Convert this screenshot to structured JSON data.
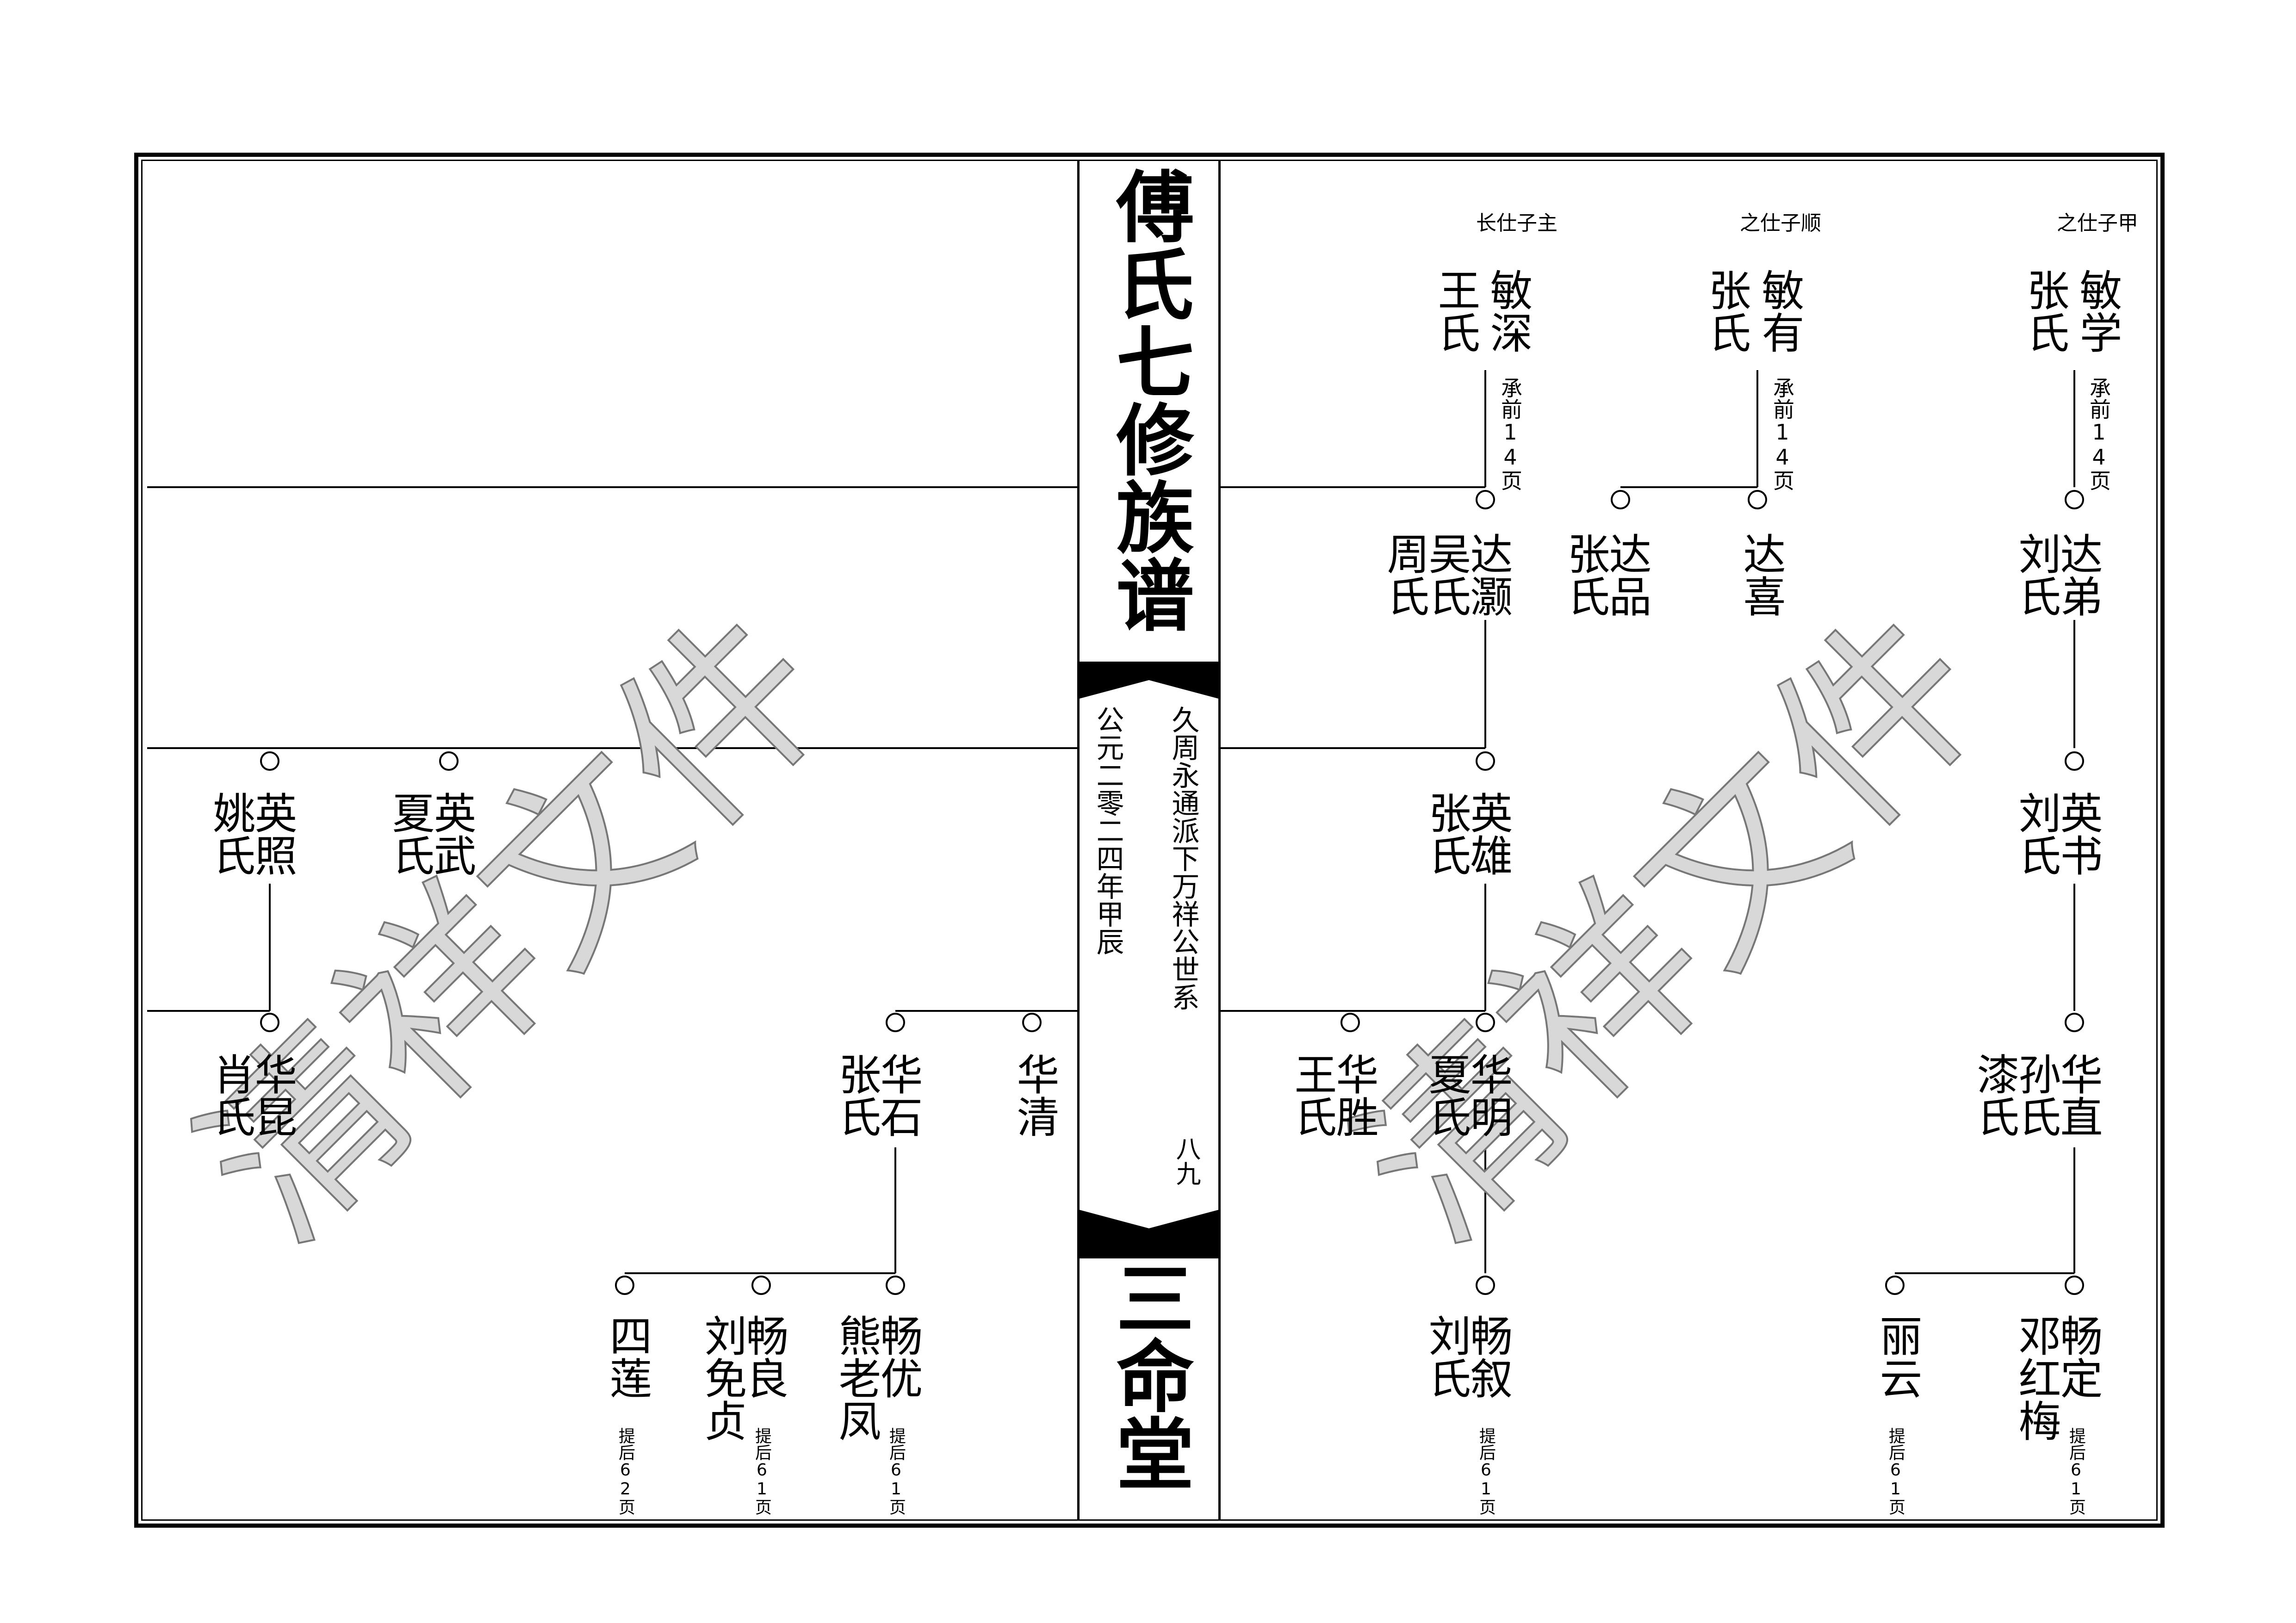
{
  "header": {
    "title": "傅氏七修族谱",
    "hall": "三命堂",
    "subtitle": "久周永通派下万祥公世系",
    "date": "公元二零二四年甲辰",
    "page_number": "八九"
  },
  "watermark": "清祥文件",
  "right_page": {
    "gen1": [
      {
        "note": "长仕子主",
        "name": "敏深",
        "spouse": "王氏",
        "link": "承前14页"
      },
      {
        "note": "之仕子顺",
        "name": "敏有",
        "spouse": "张氏",
        "link": "承前14页"
      },
      {
        "note": "之仕子甲",
        "name": "敏学",
        "spouse": "张氏",
        "link": "承前14页"
      }
    ],
    "gen2": [
      {
        "name": "达灏",
        "spouses": [
          "吴氏",
          "周氏"
        ]
      },
      {
        "name": "达喜",
        "spouses": []
      },
      {
        "name": "达品",
        "spouses": [
          "张氏"
        ]
      },
      {
        "name": "达弟",
        "spouses": [
          "刘氏"
        ]
      }
    ],
    "gen3": [
      {
        "name": "英雄",
        "spouse": "张氏"
      },
      {
        "name": "英书",
        "spouse": "刘氏"
      }
    ],
    "gen4": [
      {
        "name": "华明",
        "spouse": "夏氏"
      },
      {
        "name": "华胜",
        "spouse": "王氏"
      },
      {
        "name": "华直",
        "spouses": [
          "孙氏",
          "漆氏"
        ]
      }
    ],
    "gen5": [
      {
        "name": "畅叙",
        "spouse": "刘氏",
        "link": "提后61页"
      },
      {
        "name": "畅定",
        "spouse": "邓红梅",
        "link": "提后61页"
      },
      {
        "name": "丽云",
        "spouse": "",
        "link": "提后61页"
      }
    ]
  },
  "left_page": {
    "gen3": [
      {
        "name": "英武",
        "spouse": "夏氏"
      },
      {
        "name": "英照",
        "spouse": "姚氏"
      }
    ],
    "gen4": [
      {
        "name": "华昆",
        "spouse": "肖氏"
      },
      {
        "name": "华清",
        "spouse": ""
      },
      {
        "name": "华石",
        "spouse": "张氏"
      }
    ],
    "gen5": [
      {
        "name": "畅优",
        "spouse": "熊老凤",
        "link": "提后61页"
      },
      {
        "name": "畅良",
        "spouse": "刘免贞",
        "link": "提后61页"
      },
      {
        "name": "四莲",
        "spouse": "",
        "link": "提后62页"
      }
    ]
  }
}
